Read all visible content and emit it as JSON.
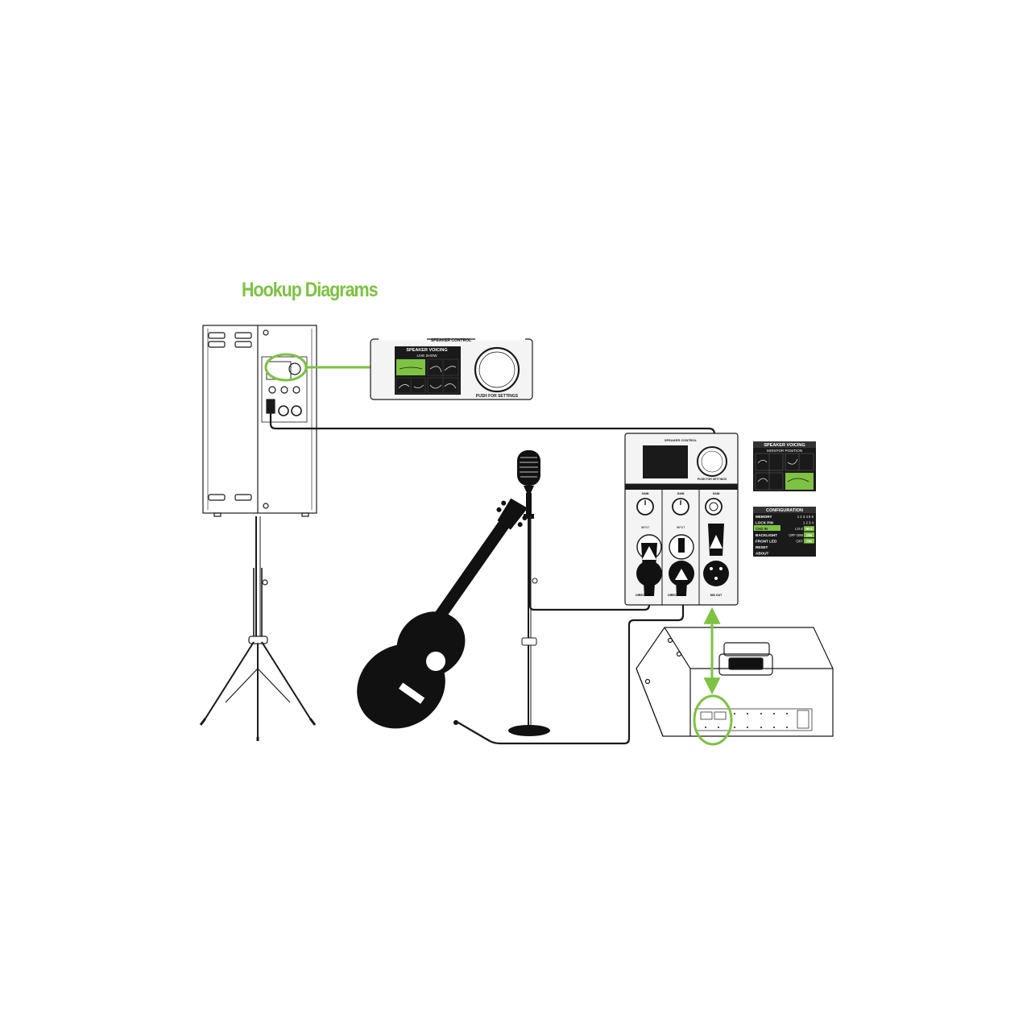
{
  "title": "Hookup Diagrams",
  "colors": {
    "accent": "#7dc242",
    "line": "#1a1a1a",
    "panel": "#f4f4f4"
  },
  "speaker_control_main": {
    "heading": "SPEAKER CONTROL",
    "screen_heading": "SPEAKER VOICING",
    "screen_subheading": "LIVE SHOW",
    "knob_label": "PUSH FOR SETTINGS"
  },
  "mixer_panel": {
    "heading": "SPEAKER CONTROL",
    "knob_label": "PUSH FOR SETTINGS",
    "gain_label": "GAIN",
    "input_label": "INPUT",
    "channels": [
      {
        "out_label": "DIRECT OUT"
      },
      {
        "out_label": "DIRECT OUT"
      },
      {
        "out_label": "MIX OUT"
      }
    ]
  },
  "voicing_screen": {
    "heading": "SPEAKER VOICING",
    "subheading": "MONITOR POSITION"
  },
  "configuration_screen": {
    "heading": "CONFIGURATION",
    "rows": [
      {
        "label": "MEMORY",
        "value": "1 2 3 4 5 6"
      },
      {
        "label": "LOCK PIN",
        "value": "1   2   3   4"
      },
      {
        "label": "CH2 IN",
        "value": "LO-Z",
        "highlight": "HI-Z"
      },
      {
        "label": "BACKLIGHT",
        "value": "OFF  DIM",
        "highlight": "ON"
      },
      {
        "label": "FRONT LED",
        "value": "OFF",
        "highlight": "ON"
      },
      {
        "label": "RESET",
        "value": ""
      },
      {
        "label": "ABOUT",
        "value": ""
      }
    ]
  }
}
